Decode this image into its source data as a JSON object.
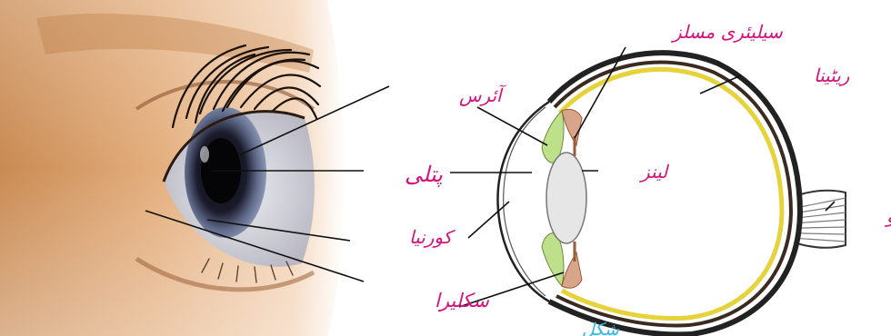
{
  "colors": {
    "label": "#d6127a",
    "caption": "#2fb8ea",
    "leader": "#111111",
    "retina": "#e6d23a",
    "iris_green": "#bfe08a",
    "ciliary": "#d9a58a",
    "lens": "#e6e6e6"
  },
  "labels": {
    "iris": "آئرس",
    "pupil": "پتلی",
    "cornea": "کورنیا",
    "sclera": "سکلیرا",
    "ciliary_muscle": "سیلیئری مسلز",
    "retina": "ریٹینا",
    "lens": "لینز",
    "optic_nerve": "آپٹک نرو"
  },
  "caption": "شکل"
}
